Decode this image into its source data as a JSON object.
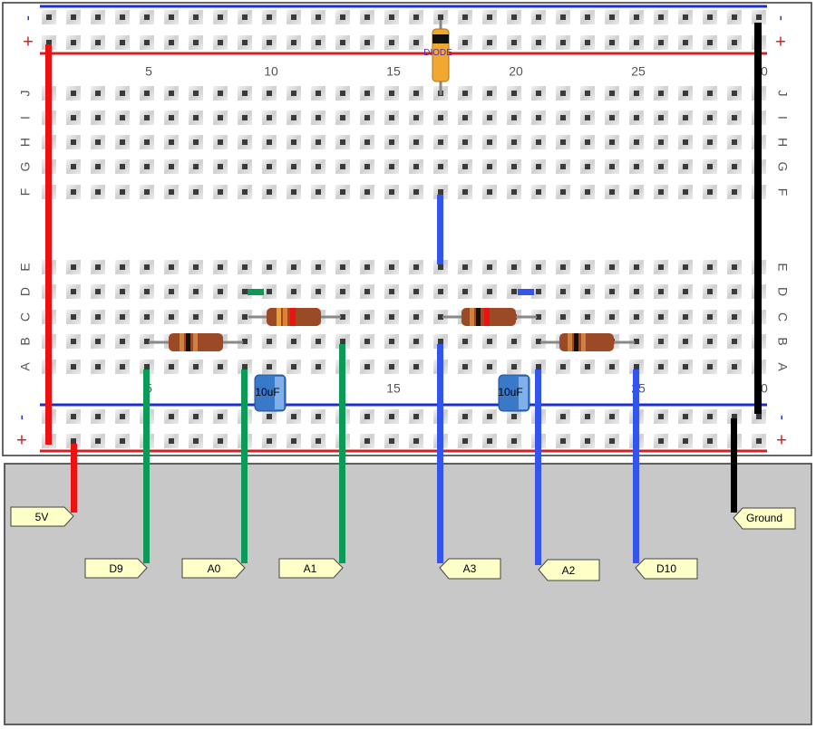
{
  "board": {
    "column_numbers": [
      "5",
      "10",
      "15",
      "20",
      "25",
      "30"
    ],
    "top_rows": [
      "J",
      "I",
      "H",
      "G",
      "F"
    ],
    "bottom_rows": [
      "E",
      "D",
      "C",
      "B",
      "A"
    ],
    "rail_minus": "-",
    "rail_plus": "+"
  },
  "components": {
    "diode": {
      "label": "DIODE"
    },
    "capacitors": [
      {
        "label": "10uF"
      },
      {
        "label": "10uF"
      }
    ]
  },
  "connectors": [
    {
      "label": "5V"
    },
    {
      "label": "D9"
    },
    {
      "label": "A0"
    },
    {
      "label": "A1"
    },
    {
      "label": "A3"
    },
    {
      "label": "A2"
    },
    {
      "label": "D10"
    },
    {
      "label": "Ground"
    }
  ],
  "colors": {
    "rail_red": "#d42020",
    "rail_blue": "#1a2fd6",
    "wire_red": "#ee1111",
    "wire_black": "#000000",
    "wire_green": "#0b9b57",
    "wire_blue": "#3355ee",
    "label_bg": "#ffffc8",
    "panel_gray": "#c8c8c8",
    "resistor_body": "#9a4a25",
    "diode_body": "#f0a830",
    "capacitor_body": "#3a78c8"
  }
}
